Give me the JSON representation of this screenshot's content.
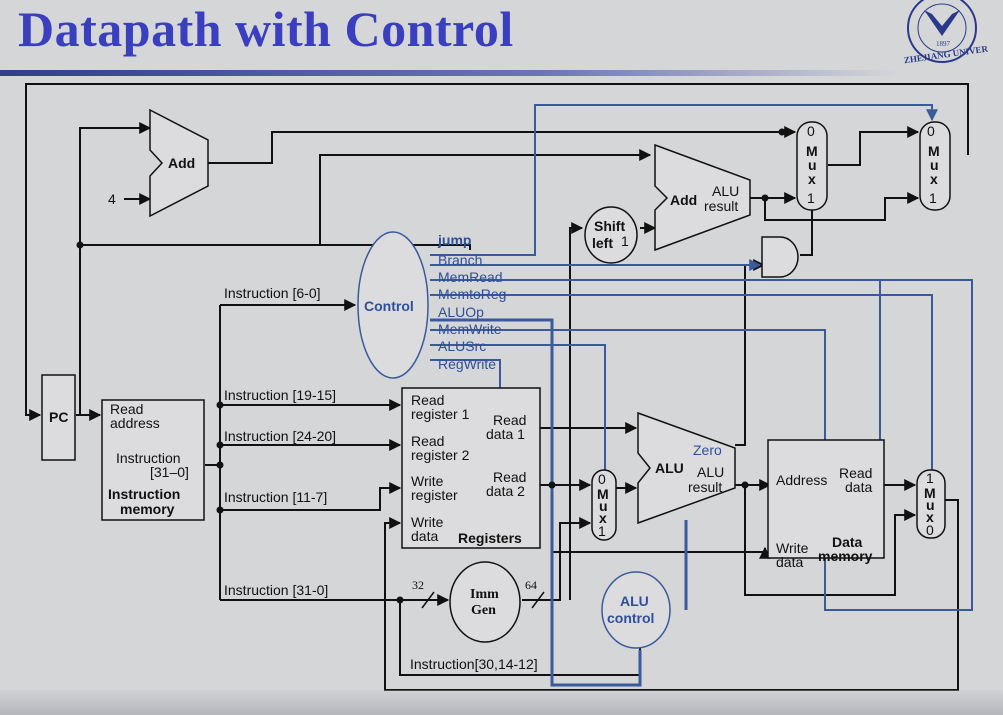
{
  "slide": {
    "title": "Datapath with Control",
    "logo_text": "ZHEJIANG UNIVERSITY",
    "logo_year": "1897"
  },
  "colors": {
    "title": "#3a3fbf",
    "control_signal": "#2e4f9a",
    "control_line": "#3a5a9c",
    "wire": "#111111",
    "background": "#d5d6d8"
  },
  "blocks": {
    "pc": "PC",
    "add_pc": "Add",
    "const4": "4",
    "add_branch": "Add",
    "add_branch_result_1": "ALU",
    "add_branch_result_2": "result",
    "shift_1": "Shift",
    "shift_2": "left",
    "shift_amt": "1",
    "control": "Control",
    "imem_read_1": "Read",
    "imem_read_2": "address",
    "imem_instr_1": "Instruction",
    "imem_instr_2": "[31–0]",
    "imem_name_1": "Instruction",
    "imem_name_2": "memory",
    "reg_read1_1": "Read",
    "reg_read1_2": "register 1",
    "reg_read2_1": "Read",
    "reg_read2_2": "register 2",
    "reg_write_1": "Write",
    "reg_write_2": "register",
    "reg_wdata_1": "Write",
    "reg_wdata_2": "data",
    "reg_rdata1_1": "Read",
    "reg_rdata1_2": "data 1",
    "reg_rdata2_1": "Read",
    "reg_rdata2_2": "data 2",
    "reg_name": "Registers",
    "alu": "ALU",
    "alu_result_1": "ALU",
    "alu_result_2": "result",
    "alu_zero": "Zero",
    "imm_1": "Imm",
    "imm_2": "Gen",
    "alu_control_1": "ALU",
    "alu_control_2": "control",
    "dmem_addr": "Address",
    "dmem_rdata_1": "Read",
    "dmem_rdata_2": "data",
    "dmem_wdata_1": "Write",
    "dmem_wdata_2": "data",
    "dmem_name_1": "Data",
    "dmem_name_2": "memory",
    "mux_label": [
      "M",
      "u",
      "x"
    ],
    "mux_top_0": "0",
    "mux_bot_1": "1",
    "mux_top_1": "1",
    "mux_bot_0": "0",
    "bus_in": "32",
    "bus_out": "64"
  },
  "control_signals": [
    "jump",
    "Branch",
    "MemRead",
    "MemtoReg",
    "ALUOp",
    "MemWrite",
    "ALUSrc",
    "RegWrite"
  ],
  "instruction_fields": {
    "f6_0": "Instruction [6-0]",
    "f19_15": "Instruction [19-15]",
    "f24_20": "Instruction [24-20]",
    "f11_7": "Instruction [11-7]",
    "f31_0": "Instruction [31-0]",
    "f30_14_12": "Instruction[30,14-12]"
  }
}
